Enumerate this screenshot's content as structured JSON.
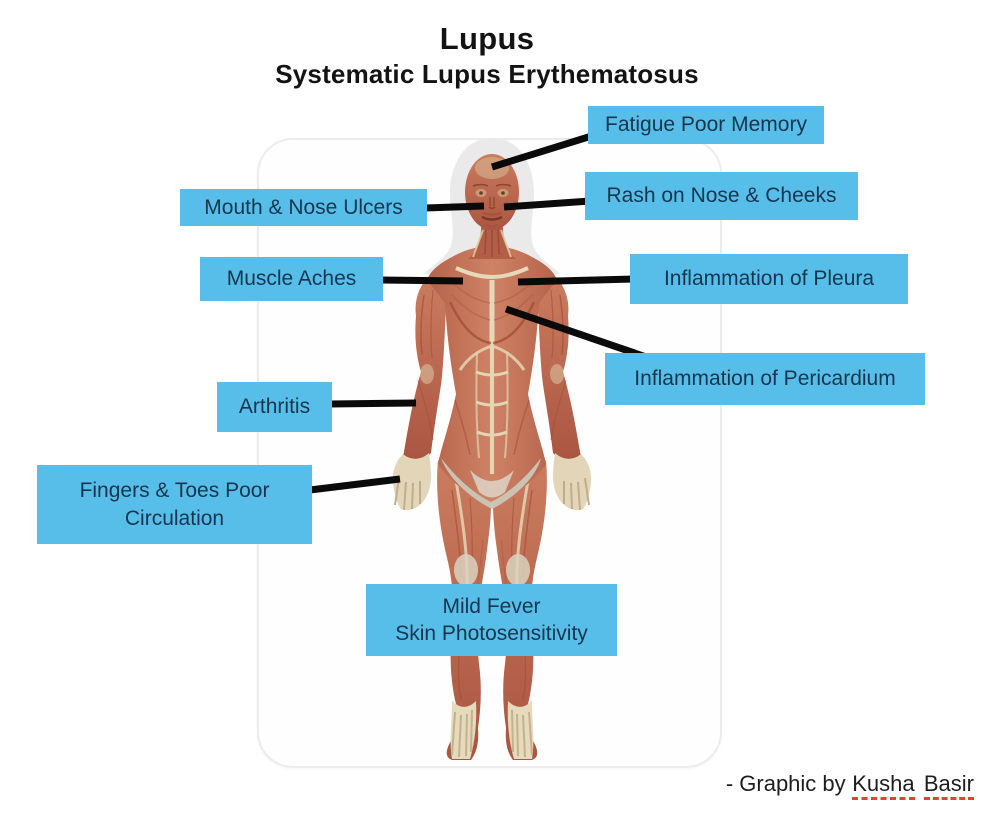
{
  "title": "Lupus",
  "subtitle": "Systematic Lupus Erythematosus",
  "labels": [
    {
      "text": "Fatigue Poor Memory"
    },
    {
      "text": "Rash on Nose & Cheeks"
    },
    {
      "text": "Mouth & Nose Ulcers"
    },
    {
      "text": "Muscle Aches"
    },
    {
      "text": "Inflammation of Pleura"
    },
    {
      "text": "Inflammation of Pericardium"
    },
    {
      "text": "Arthritis"
    },
    {
      "text": "Fingers & Toes Poor\nCirculation"
    },
    {
      "text": "Mild Fever\nSkin Photosensitivity"
    }
  ],
  "attribution": {
    "prefix": "- Graphic by",
    "author_words": [
      "Kusha",
      "Basir"
    ]
  },
  "figure": {
    "name": "human-muscular-anatomy-front"
  },
  "colors": {
    "label_bg": "#56bee9",
    "label_text": "#17364e",
    "connector": "#0a0a0a",
    "misspell_underline": "#e0442e"
  }
}
